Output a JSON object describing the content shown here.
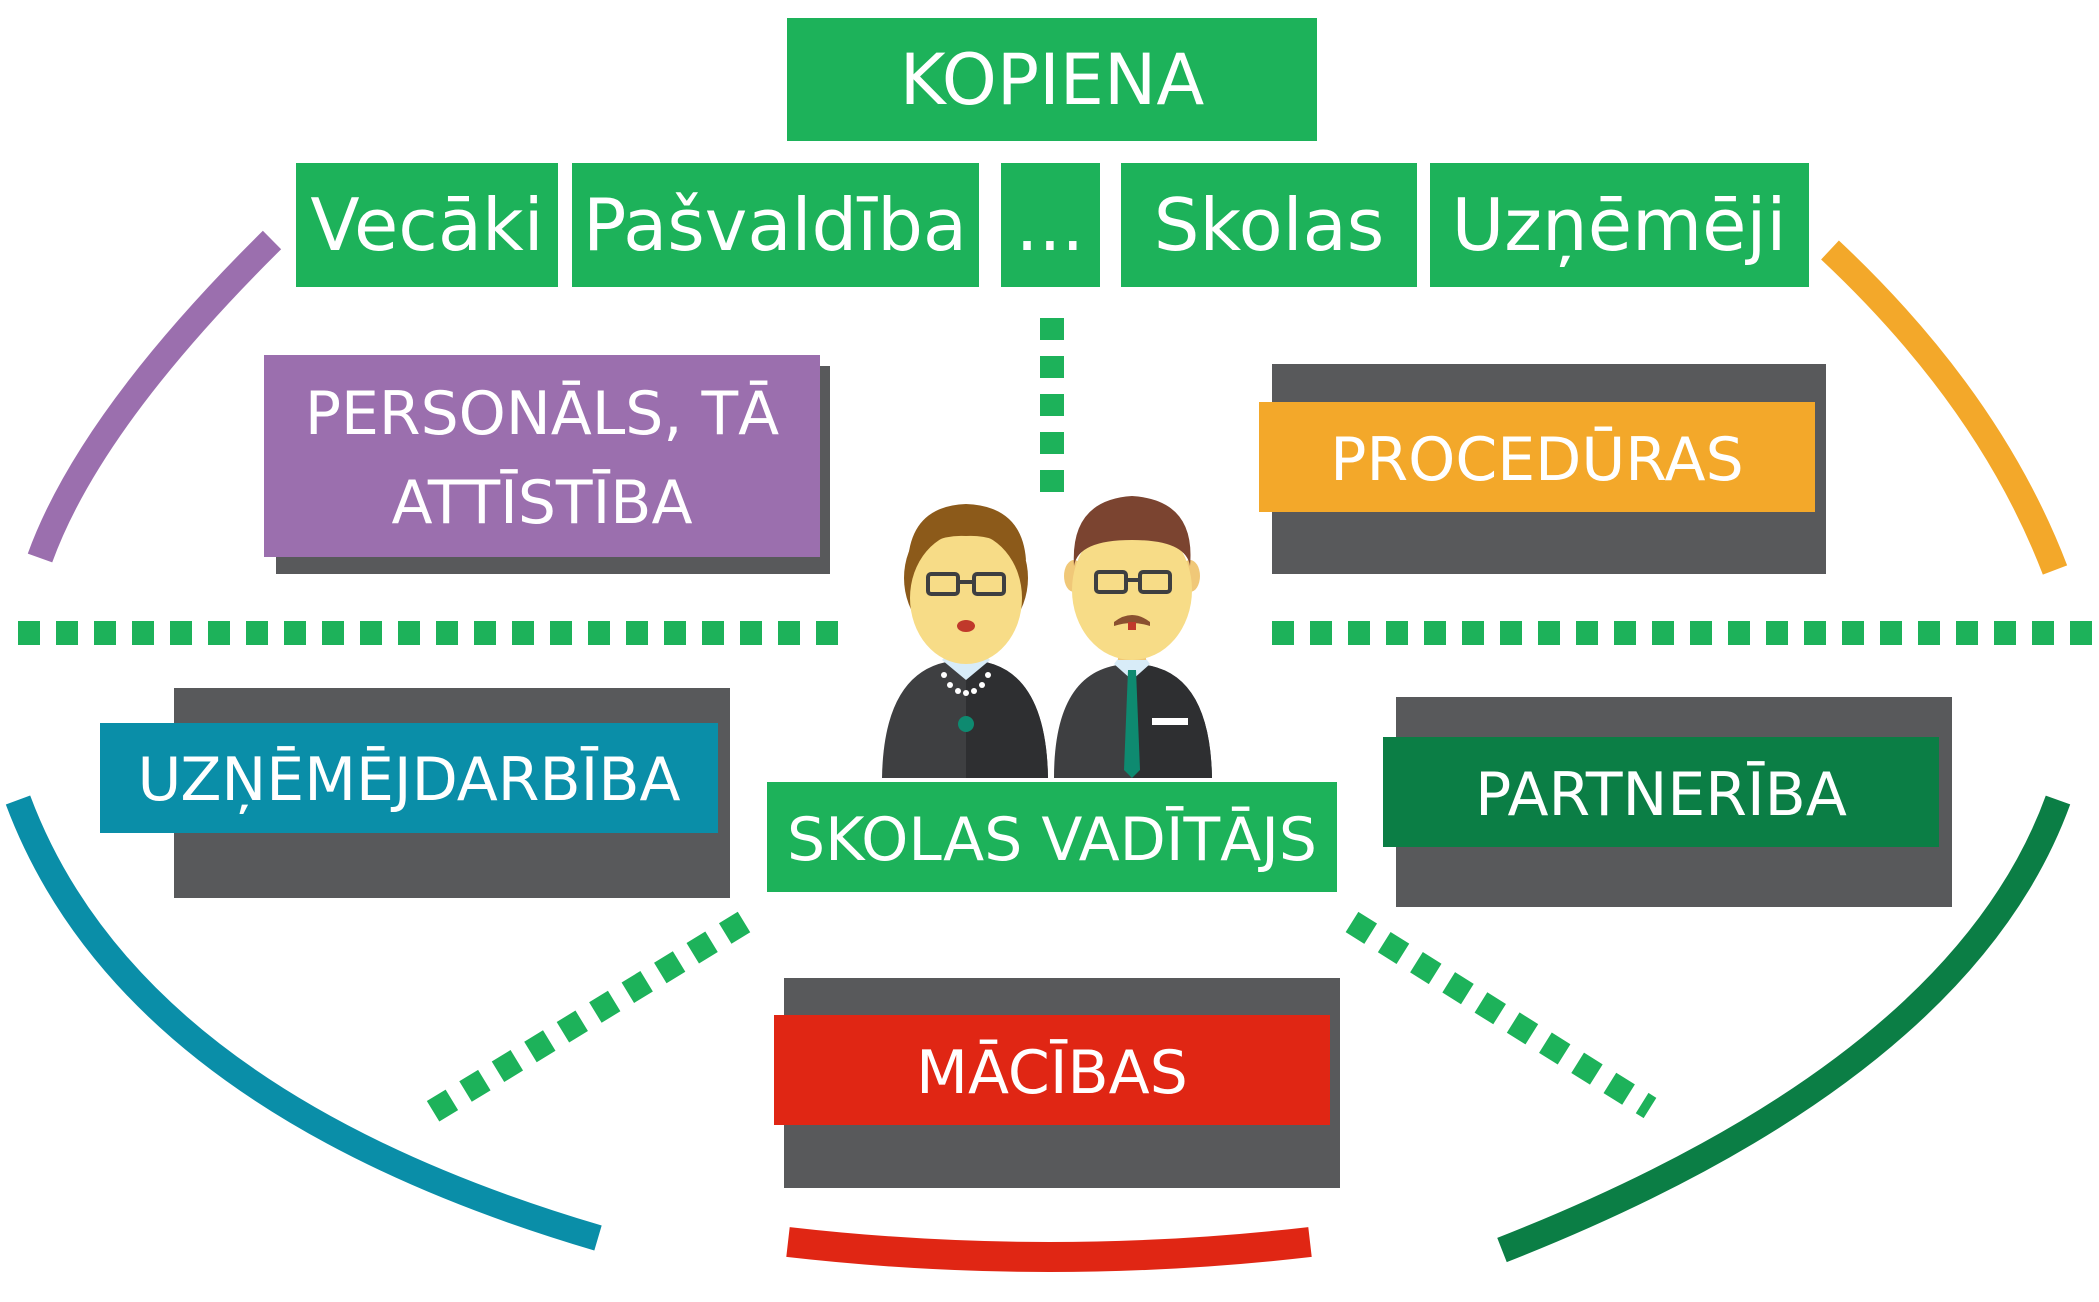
{
  "community": {
    "title": "KOPIENA",
    "members": [
      "Vecāki",
      "Pašvaldība",
      "...",
      "Skolas",
      "Uzņēmēji"
    ]
  },
  "areas": {
    "personnel": "PERSONĀLS, TĀ",
    "personnel_line2": "ATTĪSTĪBA",
    "procedures": "PROCEDŪRAS",
    "entrepreneurship": "UZŅĒMĒJDARBĪBA",
    "partnership": "PARTNERĪBA",
    "teaching": "MĀCĪBAS"
  },
  "center": {
    "label": "SKOLAS VADĪTĀJS"
  },
  "colors": {
    "green": "#1DB25A",
    "purple": "#9B6FAE",
    "orange": "#F3A82A",
    "teal": "#0A8EA8",
    "dark_green": "#0B7E45",
    "red": "#E02614",
    "shadow_gray": "#58595B"
  }
}
